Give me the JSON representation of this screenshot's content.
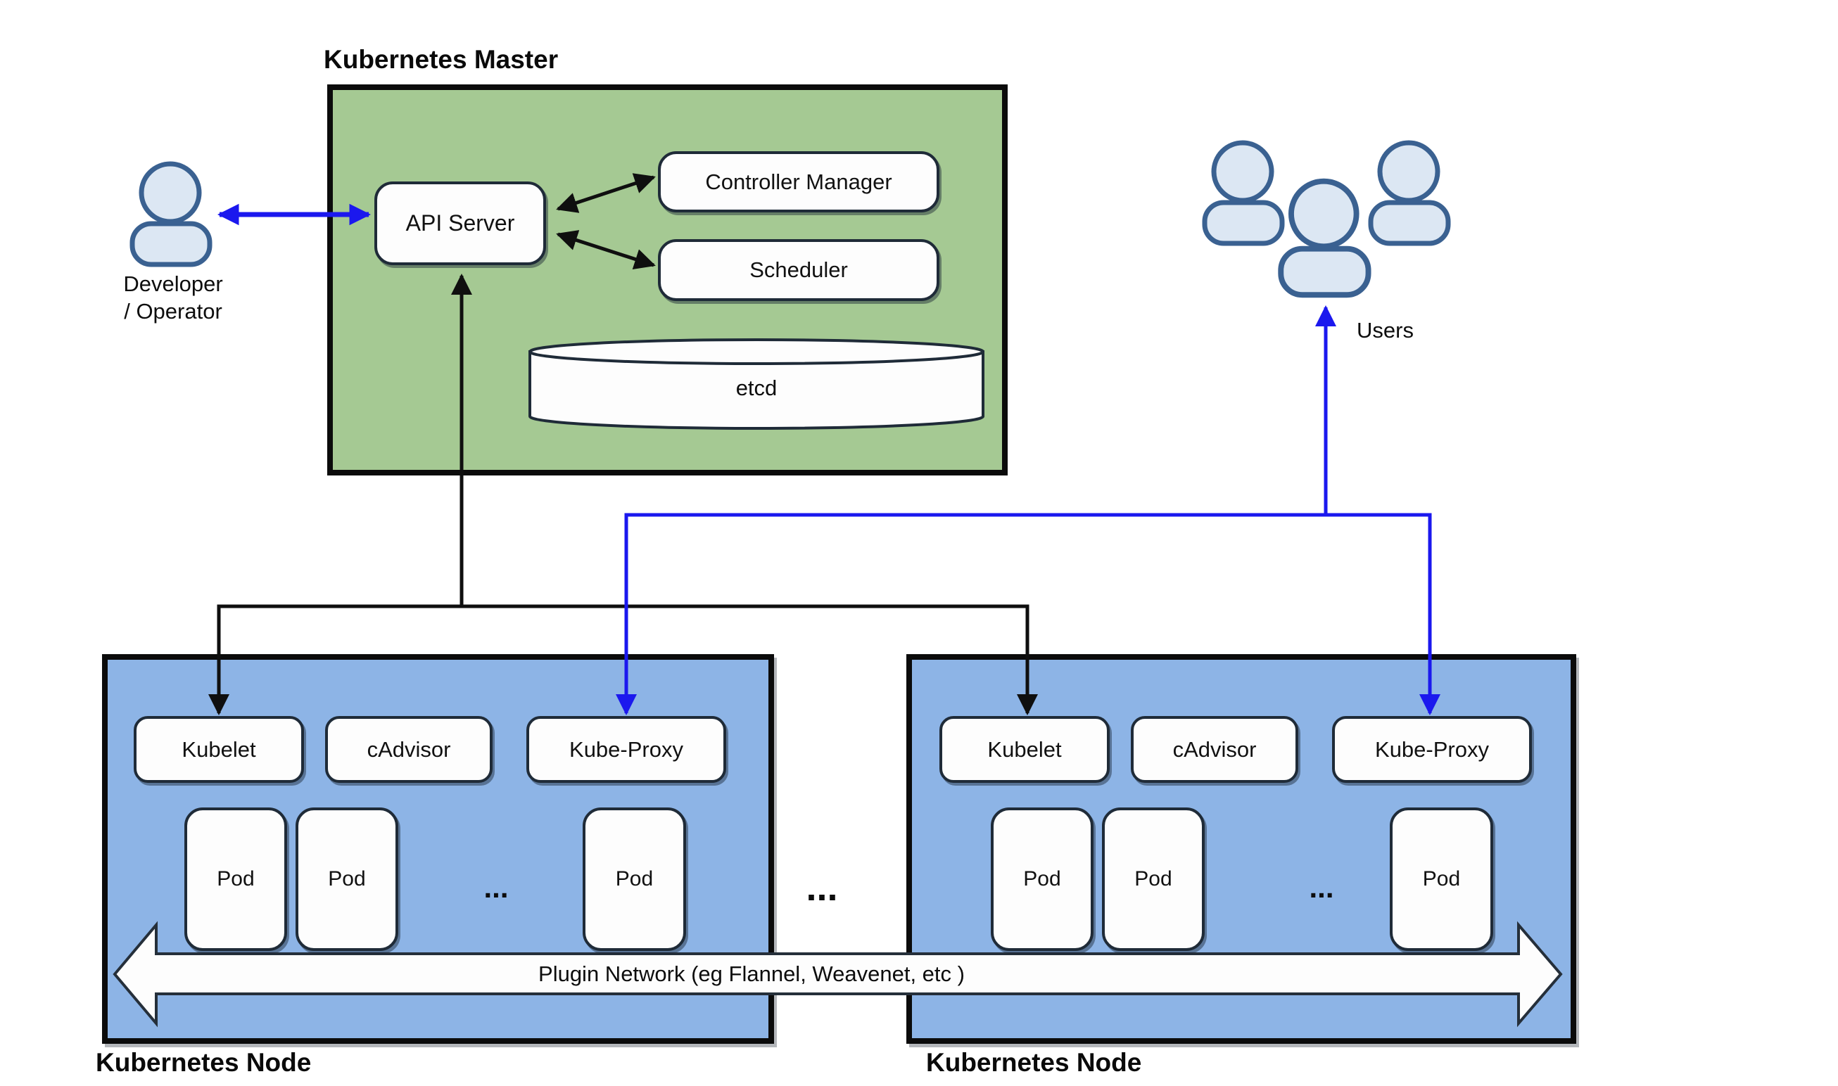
{
  "master": {
    "title": "Kubernetes Master",
    "api_server_label": "API Server",
    "controller_manager_label": "Controller Manager",
    "scheduler_label": "Scheduler",
    "etcd_label": "etcd"
  },
  "actors": {
    "developer_label_line1": "Developer",
    "developer_label_line2": "/ Operator",
    "users_label": "Users"
  },
  "nodes": [
    {
      "title": "Kubernetes Node",
      "components": [
        "Kubelet",
        "cAdvisor",
        "Kube-Proxy"
      ],
      "pods": [
        "Pod",
        "Pod",
        "Pod"
      ],
      "pods_ellipsis": "..."
    },
    {
      "title": "Kubernetes Node",
      "components": [
        "Kubelet",
        "cAdvisor",
        "Kube-Proxy"
      ],
      "pods": [
        "Pod",
        "Pod",
        "Pod"
      ],
      "pods_ellipsis": "..."
    }
  ],
  "gap_ellipsis": "...",
  "plugin_network_label": "Plugin Network (eg Flannel, Weavenet, etc )",
  "colors": {
    "master_fill": "#a5c993",
    "node_fill": "#8db4e6",
    "box_border": "#1f2b38",
    "outer_border": "#0b0b0b",
    "arrow_black": "#0f0f0f",
    "arrow_blue": "#1b18ee",
    "person_fill": "#dce7f3",
    "person_stroke": "#3a6191",
    "network_band_fill": "#fdfdfd"
  }
}
